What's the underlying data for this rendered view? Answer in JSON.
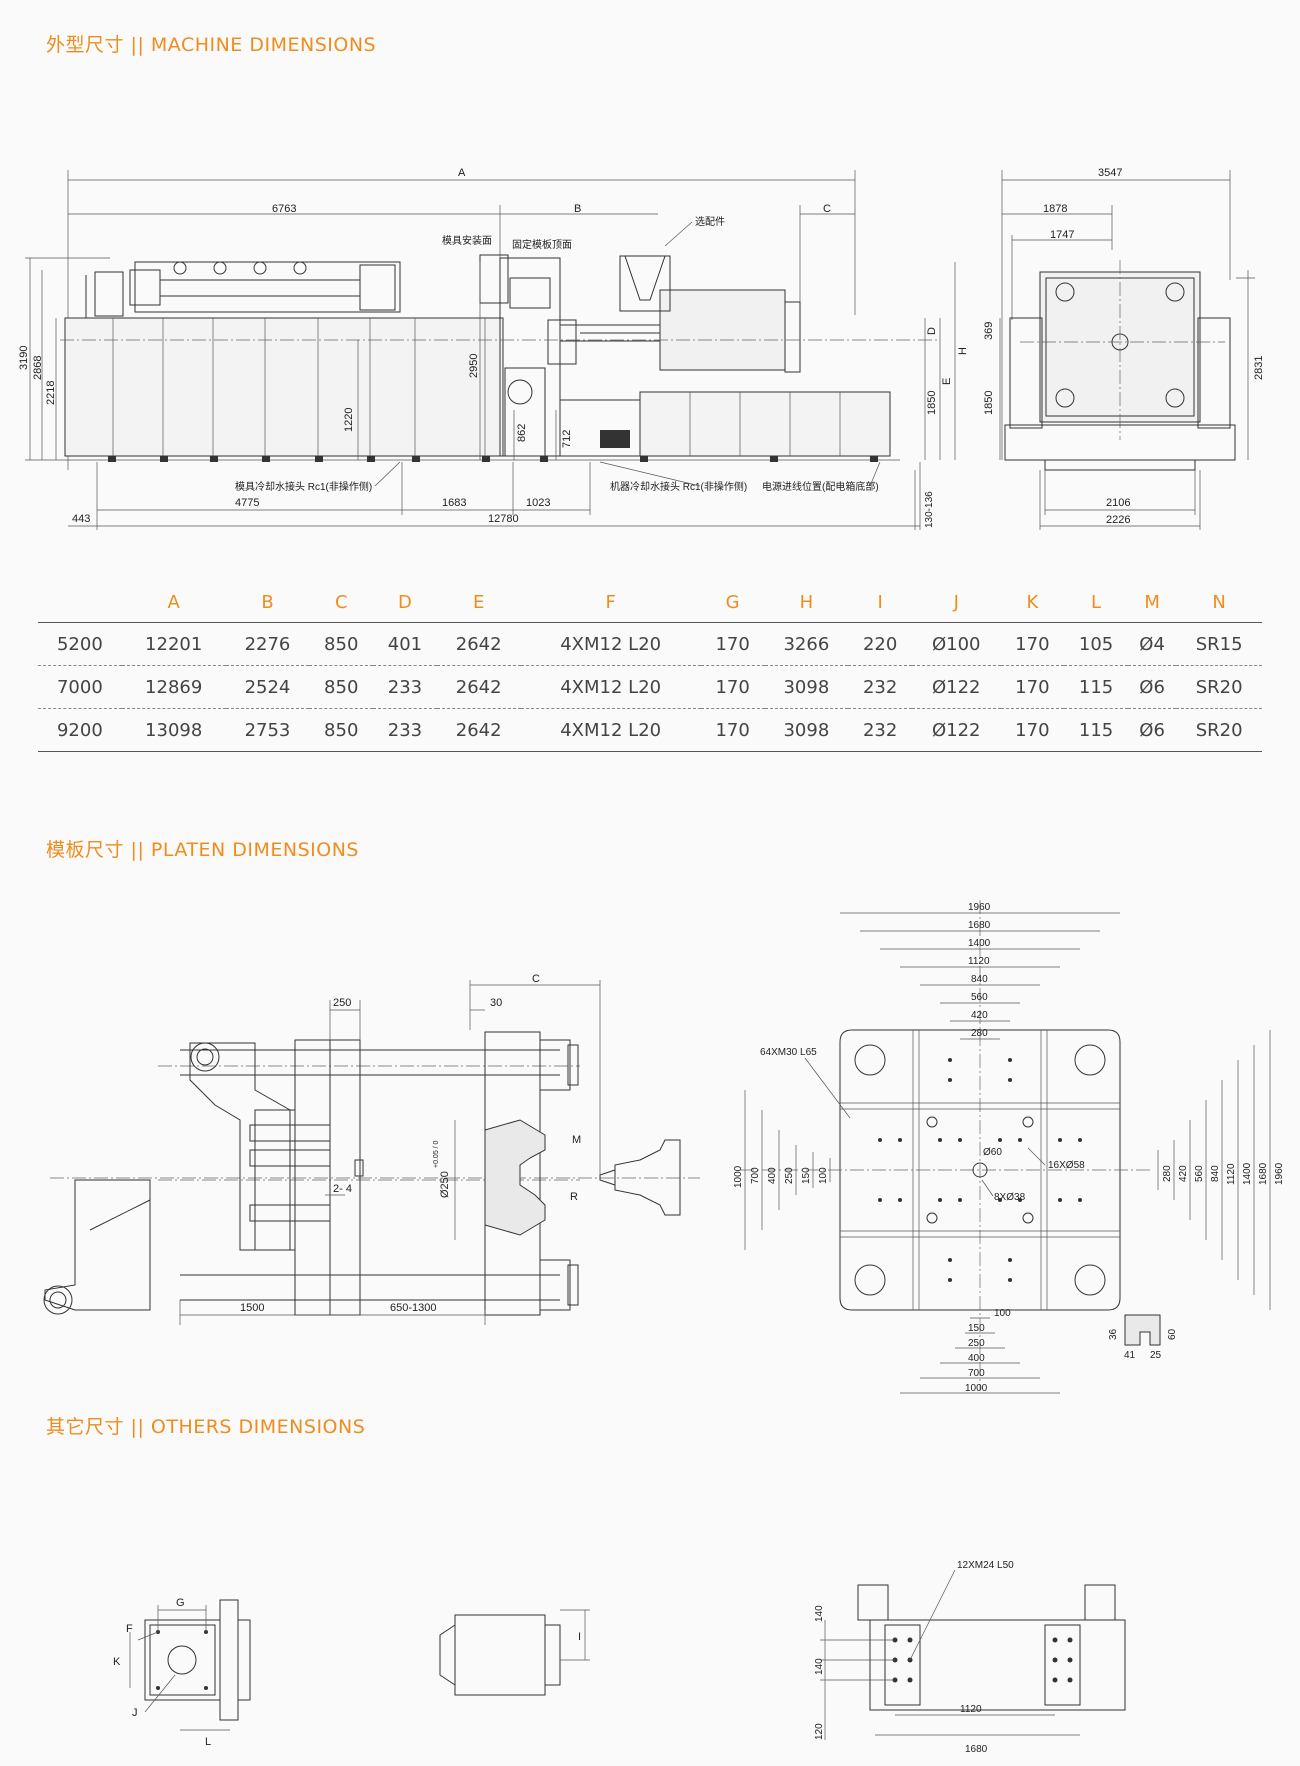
{
  "sections": {
    "machine_title": "外型尺寸 || MACHINE DIMENSIONS",
    "platen_title": "模板尺寸 || PLATEN DIMENSIONS",
    "others_title": "其它尺寸 || OTHERS DIMENSIONS"
  },
  "machine_labels": {
    "A": "A",
    "B": "B",
    "C": "C",
    "D": "D",
    "E": "E",
    "H": "H",
    "total_left": "6763",
    "right_total": "3547",
    "right_1878": "1878",
    "right_1747": "1747",
    "h3190": "3190",
    "h2868": "2868",
    "h2218": "2218",
    "h2950": "2950",
    "h1220": "1220",
    "h862": "862",
    "h712": "712",
    "h1850a": "1850",
    "h1850b": "1850",
    "h369": "369",
    "h2831": "2831",
    "b443": "443",
    "b4775": "4775",
    "b1683": "1683",
    "b1023": "1023",
    "b12780": "12780",
    "b130_136": "130-136",
    "r2106": "2106",
    "r2226": "2226",
    "mold_mount": "模具安装面",
    "fixed_platen_top": "固定模板顶面",
    "optional": "选配件",
    "mold_cooling": "模具冷却水接头 Rc1(非操作侧)",
    "machine_cooling": "机器冷却水接头 Rc1(非操作侧)",
    "power_entry": "电源进线位置(配电箱底部)"
  },
  "table": {
    "headers": [
      "",
      "A",
      "B",
      "C",
      "D",
      "E",
      "F",
      "G",
      "H",
      "I",
      "J",
      "K",
      "L",
      "M",
      "N"
    ],
    "rows": [
      [
        "5200",
        "12201",
        "2276",
        "850",
        "401",
        "2642",
        "4XM12 L20",
        "170",
        "3266",
        "220",
        "Ø100",
        "170",
        "105",
        "Ø4",
        "SR15"
      ],
      [
        "7000",
        "12869",
        "2524",
        "850",
        "233",
        "2642",
        "4XM12 L20",
        "170",
        "3098",
        "232",
        "Ø122",
        "170",
        "115",
        "Ø6",
        "SR20"
      ],
      [
        "9200",
        "13098",
        "2753",
        "850",
        "233",
        "2642",
        "4XM12 L20",
        "170",
        "3098",
        "232",
        "Ø122",
        "170",
        "115",
        "Ø6",
        "SR20"
      ]
    ]
  },
  "platen_labels": {
    "d250": "250",
    "d30": "30",
    "C": "C",
    "M": "M",
    "R": "R",
    "d2_4": "2- 4",
    "phi250": "Ø250",
    "tol": "+0.05 / 0",
    "d1500": "1500",
    "d650_1300": "650-1300",
    "top": [
      "1960",
      "1680",
      "1400",
      "1120",
      "840",
      "560",
      "420",
      "280"
    ],
    "right": [
      "280",
      "420",
      "560",
      "840",
      "1120",
      "1400",
      "1680",
      "1960"
    ],
    "left": [
      "1000",
      "700",
      "400",
      "250",
      "150",
      "100"
    ],
    "bottom": [
      "100",
      "150",
      "250",
      "400",
      "700",
      "1000"
    ],
    "holes_64": "64XM30 L65",
    "holes_16": "16XØ58",
    "holes_8": "8XØ38",
    "phi60": "Ø60",
    "slot36": "36",
    "slot60": "60",
    "slot41": "41",
    "slot25": "25"
  },
  "others_labels": {
    "G": "G",
    "F": "F",
    "K": "K",
    "J": "J",
    "L": "L",
    "I": "I",
    "holes12": "12XM24 L50",
    "o140a": "140",
    "o140b": "140",
    "o120": "120",
    "o1120": "1120",
    "o1680": "1680"
  }
}
